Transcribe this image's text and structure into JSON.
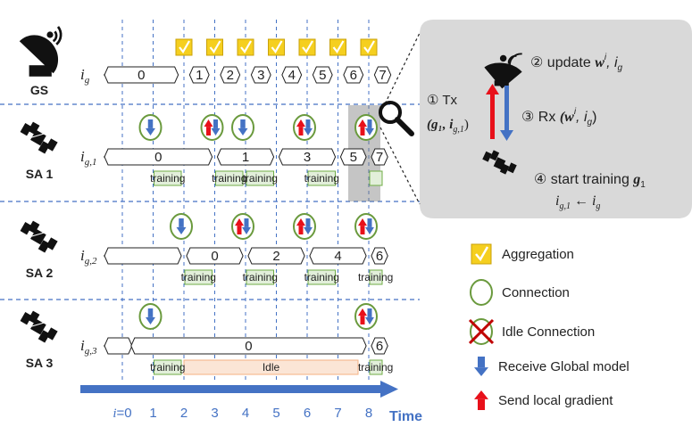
{
  "rows": [
    {
      "id": "gs",
      "name": "GS",
      "variable": "i",
      "subscript": "g",
      "segments": [
        {
          "label": "0",
          "from": 0,
          "to": 1.7
        },
        {
          "label": "1",
          "from": 2.3,
          "to": 2.7
        },
        {
          "label": "2",
          "from": 3.3,
          "to": 3.7
        },
        {
          "label": "3",
          "from": 4.3,
          "to": 4.7
        },
        {
          "label": "4",
          "from": 5.3,
          "to": 5.7
        },
        {
          "label": "5",
          "from": 6.3,
          "to": 6.7
        },
        {
          "label": "6",
          "from": 7.3,
          "to": 7.7
        },
        {
          "label": "7",
          "from": 8.3,
          "to": 8.6
        }
      ],
      "aggregation_at": [
        2,
        3,
        4,
        5,
        6,
        7,
        8
      ]
    },
    {
      "id": "sa1",
      "name": "SA 1",
      "variable": "i",
      "subscript": "g,1",
      "segments": [
        {
          "label": "0",
          "from": 0,
          "to": 2.8
        },
        {
          "label": "1",
          "from": 3.2,
          "to": 4.8
        },
        {
          "label": "3",
          "from": 5.2,
          "to": 6.8
        },
        {
          "label": "5",
          "from": 7.2,
          "to": 7.8
        },
        {
          "label": "7",
          "from": 8.2,
          "to": 8.5
        }
      ],
      "connections": [
        {
          "at": 1,
          "type": "rx"
        },
        {
          "at": 3,
          "type": "txrx"
        },
        {
          "at": 4,
          "type": "rx"
        },
        {
          "at": 6,
          "type": "txrx"
        },
        {
          "at": 8,
          "type": "txrx"
        }
      ],
      "training": [
        {
          "label": "training",
          "from": 1,
          "to": 2
        },
        {
          "label": "training",
          "from": 3,
          "to": 4
        },
        {
          "label": "training",
          "from": 4,
          "to": 5
        },
        {
          "label": "training",
          "from": 6,
          "to": 7
        },
        {
          "label": "",
          "from": 8,
          "to": 8.5
        }
      ]
    },
    {
      "id": "sa2",
      "name": "SA 2",
      "variable": "i",
      "subscript": "g,2",
      "segments": [
        {
          "label": "",
          "from": 0,
          "to": 1.8
        },
        {
          "label": "0",
          "from": 2.2,
          "to": 3.8
        },
        {
          "label": "2",
          "from": 4.2,
          "to": 5.8
        },
        {
          "label": "4",
          "from": 6.2,
          "to": 7.8
        },
        {
          "label": "6",
          "from": 8.2,
          "to": 8.5
        }
      ],
      "connections": [
        {
          "at": 2,
          "type": "rx"
        },
        {
          "at": 4,
          "type": "txrx"
        },
        {
          "at": 6,
          "type": "txrx"
        },
        {
          "at": 8,
          "type": "txrx"
        }
      ],
      "training": [
        {
          "label": "training",
          "from": 2,
          "to": 3
        },
        {
          "label": "training",
          "from": 4,
          "to": 5
        },
        {
          "label": "training",
          "from": 6,
          "to": 7
        },
        {
          "label": "training",
          "from": 8,
          "to": 8.5
        }
      ]
    },
    {
      "id": "sa3",
      "name": "SA 3",
      "variable": "i",
      "subscript": "g,3",
      "segments": [
        {
          "label": "",
          "from": 0,
          "to": 0.2
        },
        {
          "label": "0",
          "from": 0.4,
          "to": 7.8
        },
        {
          "label": "6",
          "from": 8.2,
          "to": 8.5
        }
      ],
      "connections": [
        {
          "at": 1,
          "type": "rx"
        },
        {
          "at": 8,
          "type": "txrx"
        }
      ],
      "training": [
        {
          "label": "training",
          "from": 1,
          "to": 2
        },
        {
          "label": "training",
          "from": 8,
          "to": 8.5
        }
      ],
      "idle": {
        "label": "Idle",
        "from": 2,
        "to": 8
      }
    }
  ],
  "time_axis": {
    "ticks": [
      "i=0",
      "1",
      "2",
      "3",
      "4",
      "5",
      "6",
      "7",
      "8"
    ],
    "first_tick_prefix": "i",
    "first_tick_value": "=0",
    "label": "Time"
  },
  "callout": {
    "step1_num": "①",
    "step1_text": "Tx",
    "step1_tuple": "(g₁, i",
    "step1_tuple_sub": "g,1",
    "step1_tuple_end": ")",
    "step2_num": "②",
    "step2_text": "update",
    "step2_w": "w",
    "step2_sup": "i",
    "step2_rest": ", i",
    "step2_sub": "g",
    "step3_num": "③",
    "step3_text": "Rx",
    "step3_tuple_start": "(w",
    "step3_sup": "i",
    "step3_mid": ", i",
    "step3_sub": "g",
    "step3_end": ")",
    "step4_num": "④",
    "step4_text": "start training",
    "step4_g": "g",
    "step4_g_sub": "1",
    "assign_lhs": "i",
    "assign_lhs_sub": "g,1",
    "assign_arrow": "←",
    "assign_rhs": "i",
    "assign_rhs_sub": "g"
  },
  "legend": [
    {
      "icon": "aggregation-icon",
      "label": "Aggregation"
    },
    {
      "icon": "connection-icon",
      "label": "Connection"
    },
    {
      "icon": "idle-connection-icon",
      "label": "Idle Connection"
    },
    {
      "icon": "receive-arrow-icon",
      "label": "Receive  Global model"
    },
    {
      "icon": "send-arrow-icon",
      "label": "Send local gradient"
    }
  ],
  "colors": {
    "aggregation": "#f5cf1f",
    "connection_ring": "#6a9a3d",
    "receive": "#4472c4",
    "send": "#e8101a",
    "training_box": "#e2efda",
    "idle_box": "#fbe5d6",
    "callout_bg": "#d9d9d9",
    "time_axis": "#4472c4"
  }
}
